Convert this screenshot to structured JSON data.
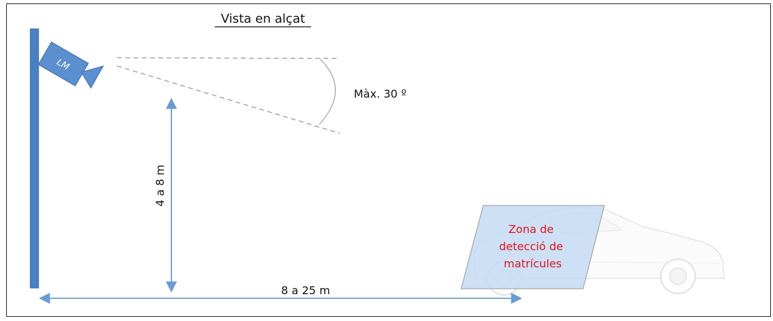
{
  "diagram": {
    "title": "Vista en alçat",
    "camera_label": "LM",
    "angle_label": "Màx. 30 º",
    "height_label": "4 a 8 m",
    "distance_label": "8 a 25 m",
    "zone_label_lines": [
      "Zona de",
      "detecció de",
      "matrícules"
    ]
  },
  "colors": {
    "pole": "#4a7fc1",
    "camera": "#5b8fcf",
    "arrow": "#6a9bd1",
    "dashed": "#9a9a9a",
    "zone_fill": "#c6dbf3",
    "zone_text": "#e0161b",
    "border": "#222222"
  }
}
